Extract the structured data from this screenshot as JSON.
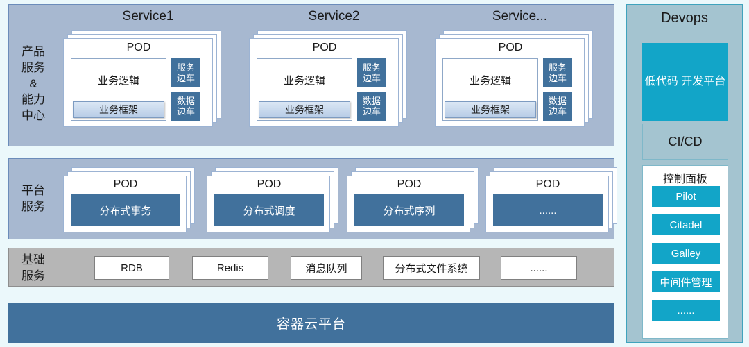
{
  "colors": {
    "page_background": "#ebf8fb",
    "band_blue": "#a7b8d0",
    "band_gray": "#b6b6b6",
    "deep_blue": "#41719c",
    "teal": "#12a5c8",
    "devops_panel": "#a4c4d0"
  },
  "rows": {
    "product": {
      "label": "产品\n服务\n&\n能力\n中心",
      "services": [
        {
          "title": "Service1",
          "pod_label": "POD",
          "business_logic": "业务逻辑",
          "business_framework": "业务框架",
          "service_sidecar": "服务\n边车",
          "data_sidecar": "数据\n边车"
        },
        {
          "title": "Service2",
          "pod_label": "POD",
          "business_logic": "业务逻辑",
          "business_framework": "业务框架",
          "service_sidecar": "服务\n边车",
          "data_sidecar": "数据\n边车"
        },
        {
          "title": "Service...",
          "pod_label": "POD",
          "business_logic": "业务逻辑",
          "business_framework": "业务框架",
          "service_sidecar": "服务\n边车",
          "data_sidecar": "数据\n边车"
        }
      ]
    },
    "platform": {
      "label": "平台\n服务",
      "pods": [
        {
          "pod_label": "POD",
          "name": "分布式事务"
        },
        {
          "pod_label": "POD",
          "name": "分布式调度"
        },
        {
          "pod_label": "POD",
          "name": "分布式序列"
        },
        {
          "pod_label": "POD",
          "name": "......"
        }
      ]
    },
    "infra": {
      "label": "基础\n服务",
      "items": [
        "RDB",
        "Redis",
        "消息队列",
        "分布式文件系统",
        "......"
      ]
    },
    "container": {
      "label": "容器云平台"
    }
  },
  "devops": {
    "title": "Devops",
    "lowcode": "低代码\n开发平台",
    "cicd": "CI/CD",
    "control_panel": {
      "title": "控制面板",
      "items": [
        "Pilot",
        "Citadel",
        "Galley",
        "中间件管理",
        "......"
      ]
    }
  }
}
